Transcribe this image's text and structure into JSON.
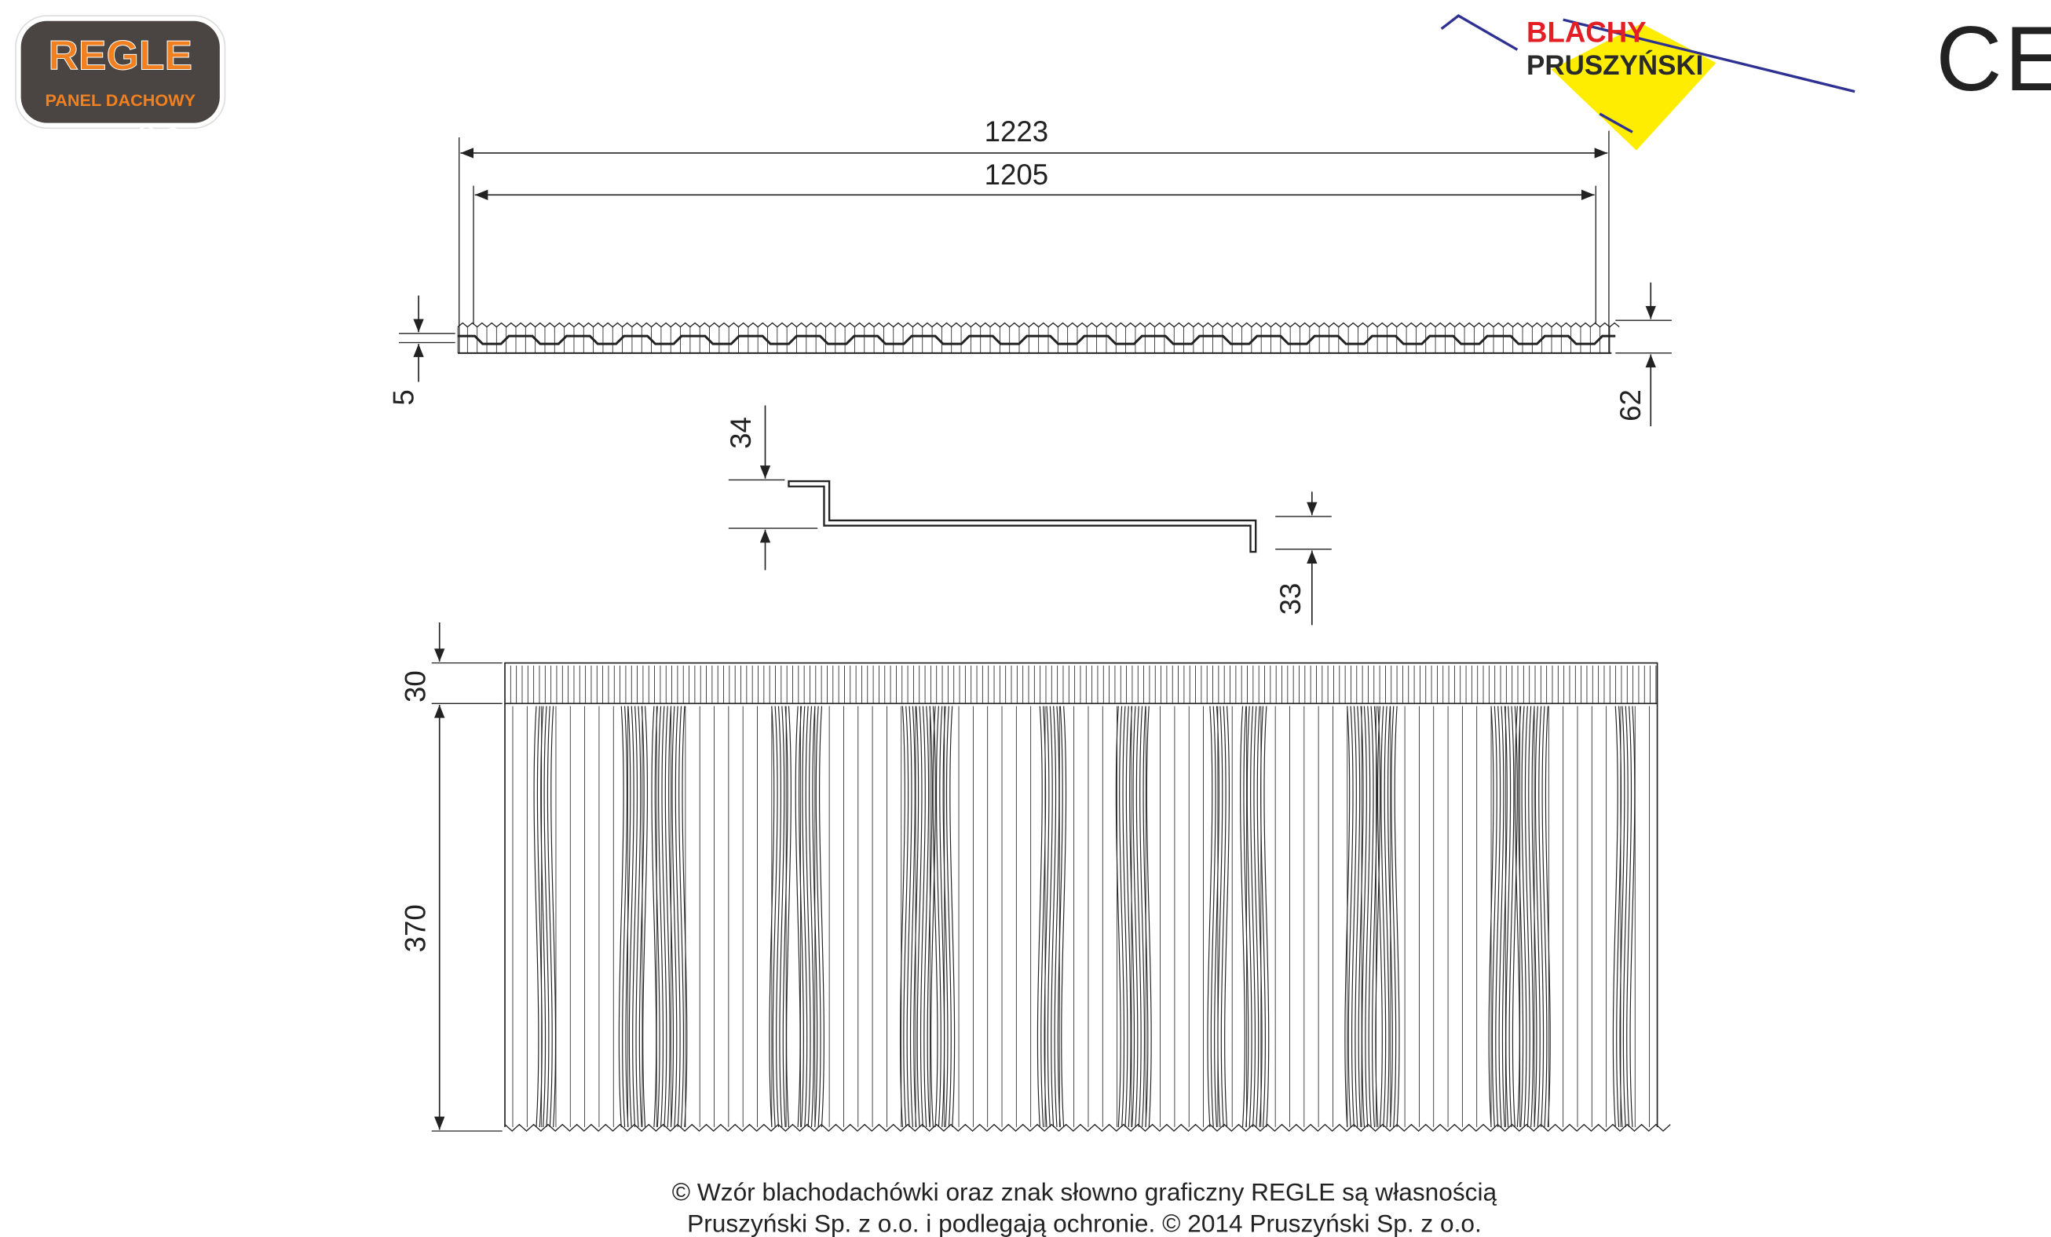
{
  "logos": {
    "regle_title": "REGLE",
    "regle_subtitle": "PANEL DACHOWY",
    "blachy_line1": "BLACHY",
    "blachy_line2": "PRUSZYŃSKI",
    "ce_mark": "CE"
  },
  "colors": {
    "regle_bg": "#4a4543",
    "regle_orange": "#f08020",
    "blachy_red": "#e31e24",
    "blachy_yellow": "#ffed00",
    "blachy_blue": "#2e3192",
    "line": "#222222"
  },
  "dimensions": {
    "total_width": "1223",
    "effective_width": "1205",
    "thickness_left": "5",
    "height_right": "62",
    "profile_step_top": "34",
    "profile_step_bottom": "33",
    "top_band": "30",
    "module_length": "370"
  },
  "footer": {
    "line1": "© Wzór blachodachówki oraz znak słowno graficzny REGLE są własnością",
    "line2": "Pruszyński Sp. z o.o.  i podlegają ochronie. © 2014 Pruszyński Sp. z o.o."
  }
}
